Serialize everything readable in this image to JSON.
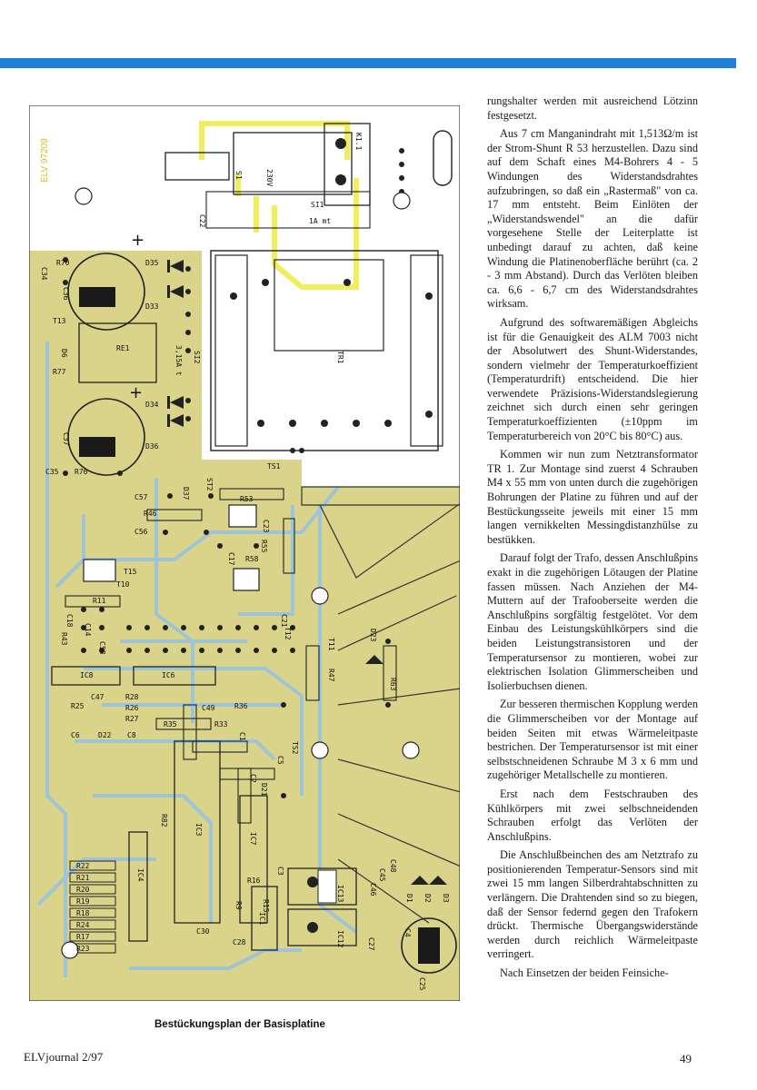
{
  "figure": {
    "caption": "Bestückungsplan der Basisplatine",
    "board_marking": "ELV 97209",
    "labels": [
      "K1.1",
      "S1",
      "230V",
      "C22",
      "SI1",
      "1A mt",
      "C34",
      "R70",
      "C36",
      "D35",
      "D33",
      "T13",
      "D6",
      "R77",
      "RE1",
      "SI2",
      "3,15A t",
      "TR1",
      "D34",
      "C37",
      "D36",
      "C35",
      "R76",
      "TS1",
      "ST2",
      "D37",
      "C57",
      "R53",
      "R46",
      "C23",
      "C56",
      "R55",
      "T15",
      "T10",
      "C17",
      "R58",
      "R11",
      "C18",
      "C14",
      "R43",
      "C58",
      "C21",
      "T12",
      "D23",
      "T11",
      "R47",
      "R63",
      "IC8",
      "IC6",
      "C47",
      "R25",
      "R28",
      "R26",
      "R27",
      "C49",
      "R36",
      "C6",
      "D22",
      "C8",
      "R35",
      "R33",
      "C1",
      "TS2",
      "C5",
      "C2",
      "D21",
      "IC3",
      "IC7",
      "IC4",
      "R22",
      "R21",
      "R20",
      "R19",
      "R18",
      "R24",
      "R16",
      "R15",
      "R17",
      "R23",
      "C30",
      "C28",
      "C3",
      "IC1",
      "IC13",
      "IC12",
      "C25",
      "C45",
      "C46",
      "C48",
      "D1",
      "D2",
      "D3",
      "C4",
      "C27",
      "R82",
      "R9"
    ]
  },
  "article": {
    "paragraphs": [
      "rungshalter werden mit ausreichend Lötzinn festgesetzt.",
      "Aus 7 cm Manganindraht mit 1,513Ω/m ist der Strom-Shunt R 53 herzustellen. Dazu sind auf dem Schaft eines M4-Bohrers 4 - 5 Windungen des Widerstandsdrahtes aufzubringen, so daß ein „Rastermaß\" von ca. 17 mm entsteht. Beim Einlöten der „Widerstandswendel\" an die dafür vorgesehene Stelle der Leiterplatte ist unbedingt darauf zu achten, daß keine Windung die Platinenoberfläche berührt (ca. 2 - 3 mm Abstand). Durch das Verlöten bleiben ca. 6,6 - 6,7 cm des Widerstandsdrahtes wirksam.",
      "Aufgrund des softwaremäßigen Abgleichs ist für die Genauigkeit des ALM 7003 nicht der Absolutwert des Shunt-Widerstandes, sondern vielmehr der Temperaturkoeffizient (Temperaturdrift) entscheidend. Die hier verwendete Präzisions-Widerstandslegierung zeichnet sich durch einen sehr geringen Temperaturkoeffizienten (±10ppm im Temperaturbereich von 20°C bis 80°C) aus.",
      "Kommen wir nun zum Netztransformator TR 1. Zur Montage sind zuerst 4 Schrauben M4 x 55 mm von unten durch die zugehörigen Bohrungen der Platine zu führen und auf der Bestückungsseite jeweils mit einer 15 mm langen vernikkelten Messingdistanzhülse zu bestükken.",
      "Darauf folgt der Trafo, dessen Anschlußpins exakt in die zugehörigen Lötaugen der Platine fassen müssen. Nach Anziehen der M4-Muttern auf der Trafooberseite werden die Anschlußpins sorgfältig festgelötet. Vor dem Einbau des Leistungskühlkörpers sind die beiden Leistungstransistoren und der Temperatursensor zu montieren, wobei zur elektrischen Isolation Glimmerscheiben und Isolierbuchsen dienen.",
      "Zur besseren thermischen Kopplung werden die Glimmerscheiben vor der Montage auf beiden Seiten mit etwas Wärmeleitpaste bestrichen. Der Temperatursensor ist mit einer selbstschneidenen Schraube M 3 x 6 mm und zugehöriger Metallschelle zu montieren.",
      "Erst nach dem Festschrauben des Kühlkörpers mit zwei selbschneidenden Schrauben erfolgt das Verlöten der Anschlußpins.",
      "Die Anschlußbeinchen des am Netztrafo zu positionierenden Temperatur-Sensors sind mit zwei 15 mm langen Silberdrahtabschnitten zu verlängern. Die Drahtenden sind so zu biegen, daß der Sensor federnd gegen den Trafokern drückt. Thermische Übergangswiderstände werden durch reichlich Wärmeleitpaste verringert.",
      "Nach Einsetzen der beiden Feinsiche-"
    ]
  },
  "footer": {
    "journal": "ELVjournal 2/97",
    "page_number": "49"
  },
  "colors": {
    "accent_bar": "#1f7ed8",
    "board_fill": "#d9d48a",
    "board_copper": "#bcc38a",
    "trace": "#9fc4d6",
    "highlight_trace": "#f0ee5a"
  }
}
